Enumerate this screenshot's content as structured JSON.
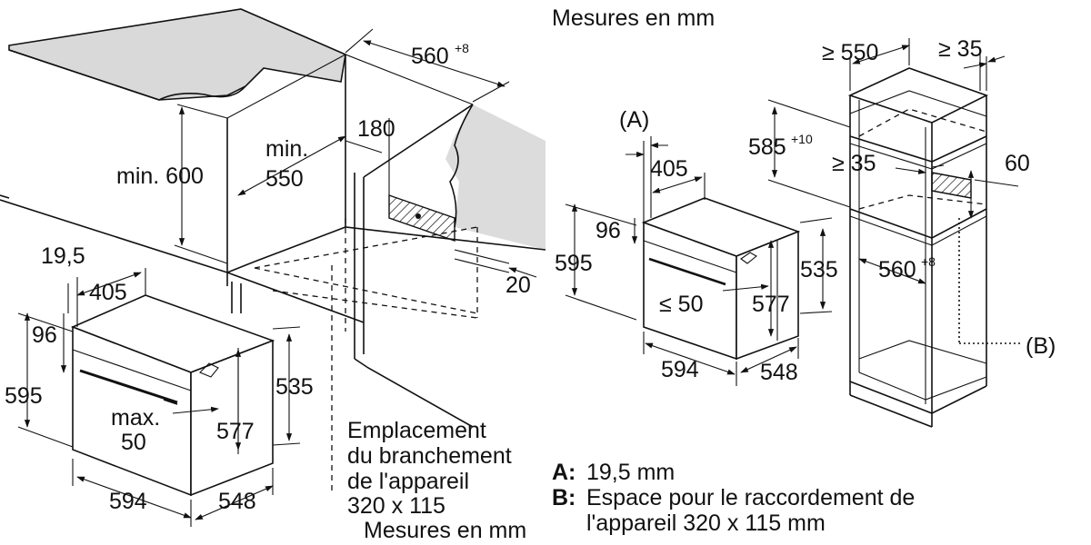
{
  "left": {
    "dims": {
      "d560": "560",
      "d560_sup": "+8",
      "min600": "min. 600",
      "min": "min.",
      "d550": "550",
      "d180": "180",
      "d19_5": "19,5",
      "d405": "405",
      "d96": "96",
      "d595": "595",
      "max": "max.",
      "d50": "50",
      "d577": "577",
      "d535": "535",
      "d594": "594",
      "d548": "548",
      "d20": "20"
    },
    "note": [
      "Emplacement",
      "du branchement",
      "de l'appareil",
      "320 x 115",
      "Mesures en mm"
    ]
  },
  "right": {
    "units": "Mesures en mm",
    "dims": {
      "ge550": "≥ 550",
      "ge35_top": "≥ 35",
      "A": "(A)",
      "d405": "405",
      "d585": "585",
      "d585_sup": "+10",
      "ge35_mid": "≥ 35",
      "d60": "60",
      "d96": "96",
      "d595": "595",
      "d535": "535",
      "d560": "560",
      "d560_sup": "+8",
      "le50": "≤ 50",
      "d577": "577",
      "B": "(B)",
      "d594": "594",
      "d548": "548"
    },
    "legend": {
      "a_key": "A:",
      "a_text": "19,5 mm",
      "b_key": "B:",
      "b_text_1": "Espace pour le raccordement de",
      "b_text_2": "l'appareil 320 x 115 mm"
    }
  },
  "colors": {
    "line": "#111111",
    "worktop_top": "#d9d9d9",
    "worktop_front": "#f0f0f0",
    "wall_panel": "#dcdcdc",
    "background": "#ffffff"
  }
}
